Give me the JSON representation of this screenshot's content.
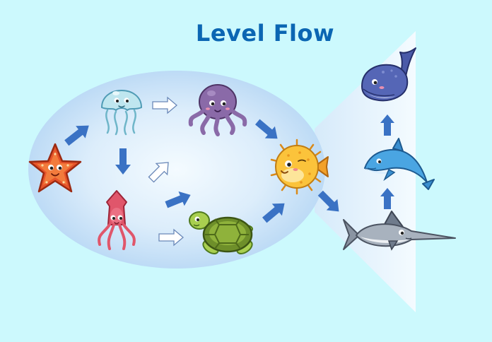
{
  "title": "Level Flow",
  "colors": {
    "background": "#ccf9fd",
    "title": "#0b66b3",
    "arrow_solid": "#3a72c4",
    "arrow_outline": "#6a88b8",
    "body_center": "#f4fbff",
    "body_edge": "#b5d6f4"
  },
  "creatures": [
    {
      "id": "starfish",
      "icon": "starfish-icon"
    },
    {
      "id": "jellyfish",
      "icon": "jellyfish-icon"
    },
    {
      "id": "squid",
      "icon": "squid-icon"
    },
    {
      "id": "octopus",
      "icon": "octopus-icon"
    },
    {
      "id": "turtle",
      "icon": "turtle-icon"
    },
    {
      "id": "pufferfish",
      "icon": "pufferfish-icon"
    },
    {
      "id": "swordfish",
      "icon": "swordfish-icon"
    },
    {
      "id": "dolphin",
      "icon": "dolphin-icon"
    },
    {
      "id": "whale",
      "icon": "whale-icon"
    }
  ],
  "flow": [
    {
      "from": "starfish",
      "to": "jellyfish",
      "style": "solid"
    },
    {
      "from": "jellyfish",
      "to": "squid",
      "style": "solid"
    },
    {
      "from": "jellyfish",
      "to": "octopus",
      "style": "outline"
    },
    {
      "from": "squid",
      "to": "jellyfish",
      "style": "outline"
    },
    {
      "from": "squid",
      "to": "turtle",
      "style": "outline"
    },
    {
      "from": "squid",
      "to": "pufferfish",
      "style": "solid"
    },
    {
      "from": "octopus",
      "to": "pufferfish",
      "style": "solid"
    },
    {
      "from": "turtle",
      "to": "pufferfish",
      "style": "solid"
    },
    {
      "from": "pufferfish",
      "to": "swordfish",
      "style": "solid"
    },
    {
      "from": "swordfish",
      "to": "dolphin",
      "style": "solid"
    },
    {
      "from": "dolphin",
      "to": "whale",
      "style": "solid"
    }
  ]
}
